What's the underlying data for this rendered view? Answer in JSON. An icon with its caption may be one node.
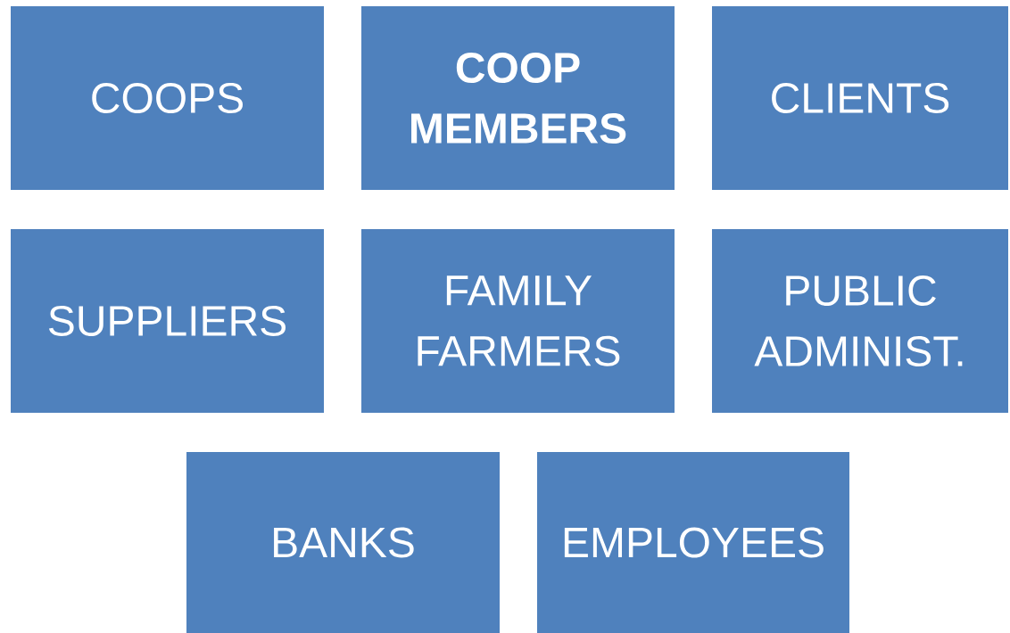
{
  "diagram": {
    "nodes": [
      {
        "text": [
          "COOPS"
        ]
      },
      {
        "text": [
          "COOP MEMBERS"
        ]
      },
      {
        "text": [
          "CLIENTS"
        ]
      },
      {
        "text": [
          "SUPPLIERS"
        ]
      },
      {
        "text": [
          "FAMILY FARMERS"
        ]
      },
      {
        "text": [
          "PUBLIC ADMINIST."
        ]
      },
      {
        "text": [
          "BANKS"
        ]
      },
      {
        "text": [
          "EMPLOYEES"
        ]
      }
    ]
  }
}
